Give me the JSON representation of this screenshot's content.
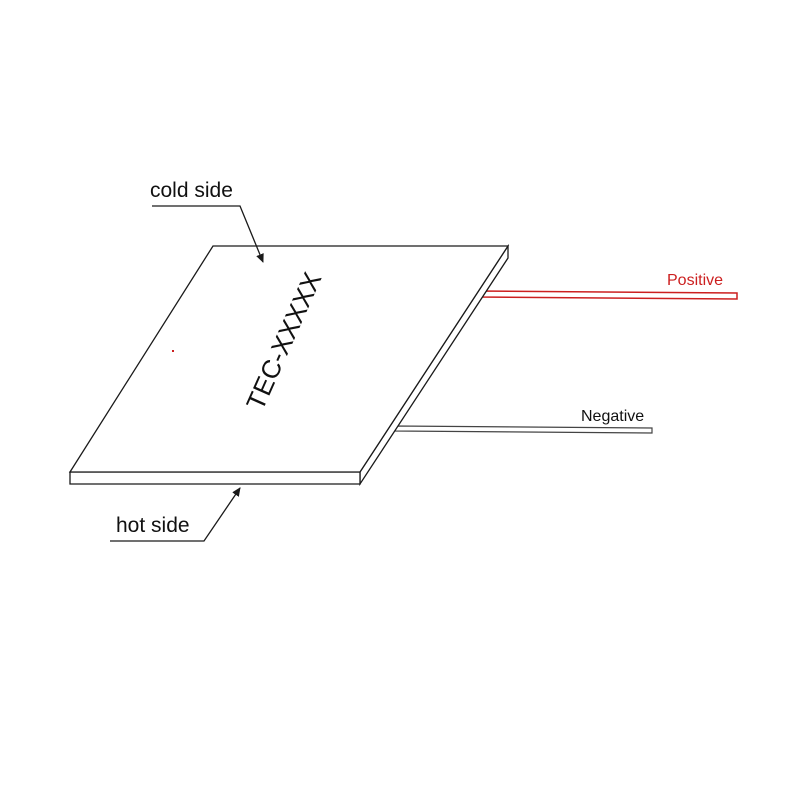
{
  "labels": {
    "cold_side": "cold side",
    "hot_side": "hot side",
    "model": "TEC-XXXXX",
    "positive": "Positive",
    "negative": "Negative"
  },
  "colors": {
    "line": "#1a1a1a",
    "positive_wire": "#cc1f1f",
    "negative_wire": "#555555",
    "background": "#ffffff"
  }
}
